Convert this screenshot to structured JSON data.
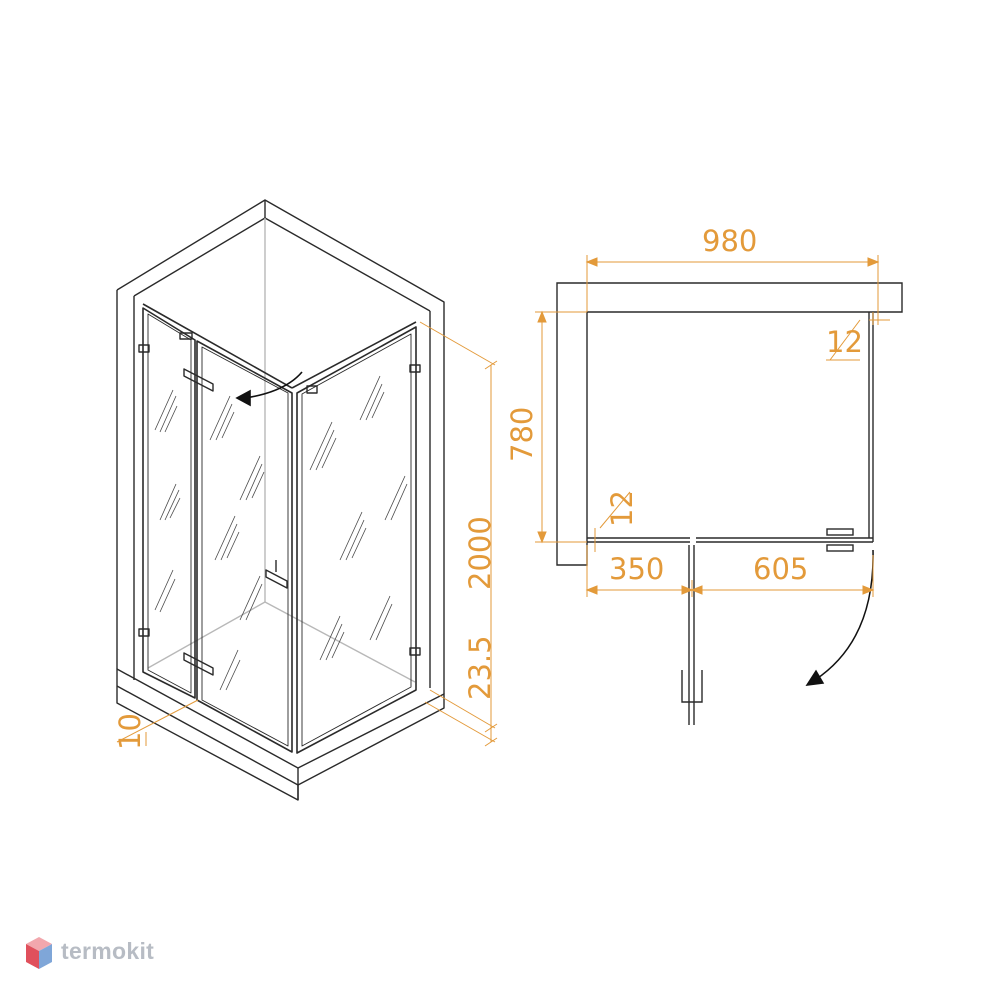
{
  "dimensions": {
    "height": "2000",
    "tray_height": "23.5",
    "offset": "10",
    "width": "980",
    "depth": "780",
    "wall_gap_top": "12",
    "wall_gap_bottom": "12",
    "fixed_segment": "350",
    "door_segment": "605"
  },
  "brand": {
    "name": "termokit"
  },
  "colors": {
    "dimension": "#e39a3a",
    "line": "#2a2a2a",
    "light_line": "#b8b8b8",
    "brand_text": "#b7bcc4",
    "logo_top": "#f2a7ad",
    "logo_left": "#e0505c",
    "logo_right": "#7fa6d8"
  }
}
